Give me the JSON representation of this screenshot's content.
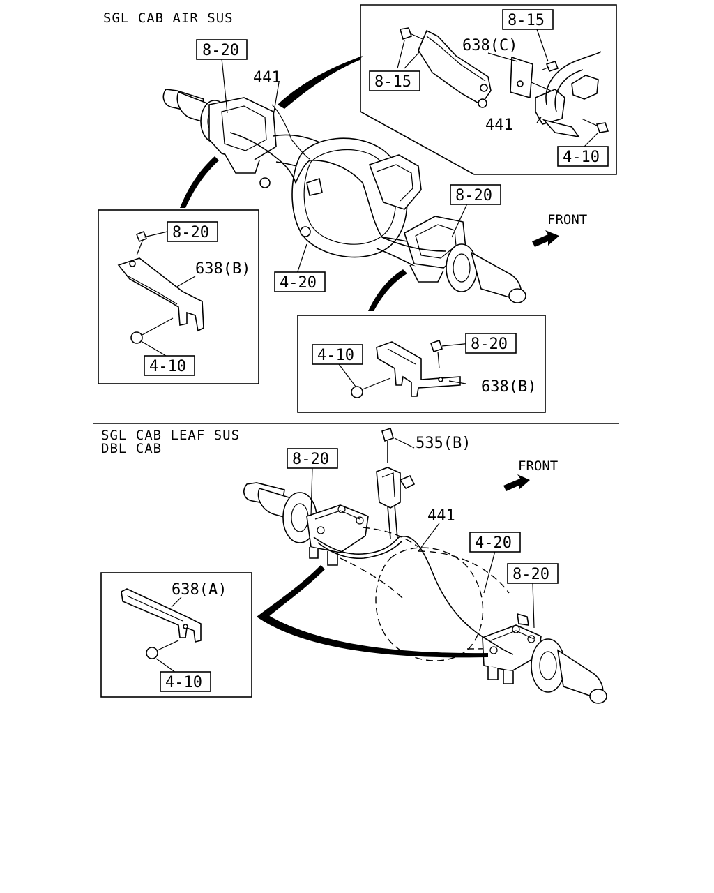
{
  "headers": {
    "upper": "SGL CAB AIR SUS",
    "lower_line1": "SGL CAB LEAF SUS",
    "lower_line2": "DBL CAB"
  },
  "front_labels": {
    "upper": "FRONT",
    "lower": "FRONT"
  },
  "labels": {
    "l_8_20_a": "8-20",
    "l_441_a": "441",
    "l_8_15_a": "8-15",
    "l_638c": "638(C)",
    "l_8_15_b": "8-15",
    "l_441_b": "441",
    "l_4_10_a": "4-10",
    "l_8_20_b": "8-20",
    "l_8_20_c": "8-20",
    "l_638b_a": "638(B)",
    "l_4_20_a": "4-20",
    "l_4_10_b": "4-10",
    "l_4_10_c": "4-10",
    "l_8_20_d": "8-20",
    "l_638b_b": "638(B)",
    "l_535b": "535(B)",
    "l_8_20_e": "8-20",
    "l_441_c": "441",
    "l_4_20_b": "4-20",
    "l_8_20_f": "8-20",
    "l_638a": "638(A)",
    "l_4_10_d": "4-10"
  },
  "colors": {
    "ink": "#000000",
    "paper": "#ffffff"
  }
}
